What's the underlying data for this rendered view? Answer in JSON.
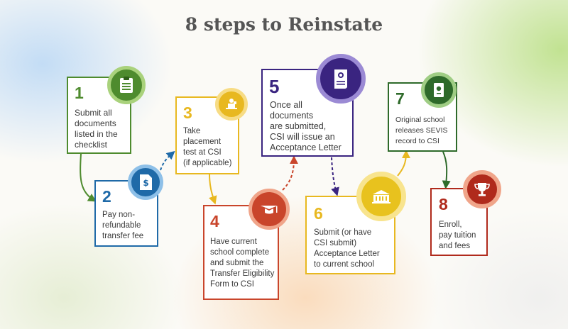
{
  "title": "8 steps to Reinstate",
  "colors": {
    "green": "#4e8b2e",
    "blue": "#1f6aa8",
    "yellow": "#e8b820",
    "red": "#c9452b",
    "purple": "#3a2480",
    "darkgreen": "#2e6a2a",
    "darkred": "#b02a1c"
  },
  "steps": [
    {
      "number": "1",
      "text": "Submit all\ndocuments\nlisted in the\nchecklist",
      "icon": "checklist-icon",
      "color": "green"
    },
    {
      "number": "2",
      "text": "Pay non-\nrefundable\ntransfer fee",
      "icon": "fee-document-icon",
      "color": "blue"
    },
    {
      "number": "3",
      "text": "Take\nplacement\ntest at CSI\n(if applicable)",
      "icon": "test-taker-icon",
      "color": "yellow"
    },
    {
      "number": "4",
      "text": "Have current\nschool complete\nand submit the\nTransfer Eligibility\nForm to CSI",
      "icon": "graduation-cap-icon",
      "color": "red"
    },
    {
      "number": "5",
      "text": "Once all\ndocuments\nare submitted,\nCSI will issue an\nAcceptance Letter",
      "icon": "certificate-scroll-icon",
      "color": "purple"
    },
    {
      "number": "6",
      "text": "Submit (or have\nCSI submit)\nAcceptance Letter\nto current school",
      "icon": "school-building-icon",
      "color": "yellow"
    },
    {
      "number": "7",
      "text": "Original school\nreleases SEVIS\nrecord to CSI",
      "icon": "passport-icon",
      "color": "darkgreen"
    },
    {
      "number": "8",
      "text": "Enroll,\npay tuition\nand fees",
      "icon": "trophy-icon",
      "color": "darkred"
    }
  ]
}
